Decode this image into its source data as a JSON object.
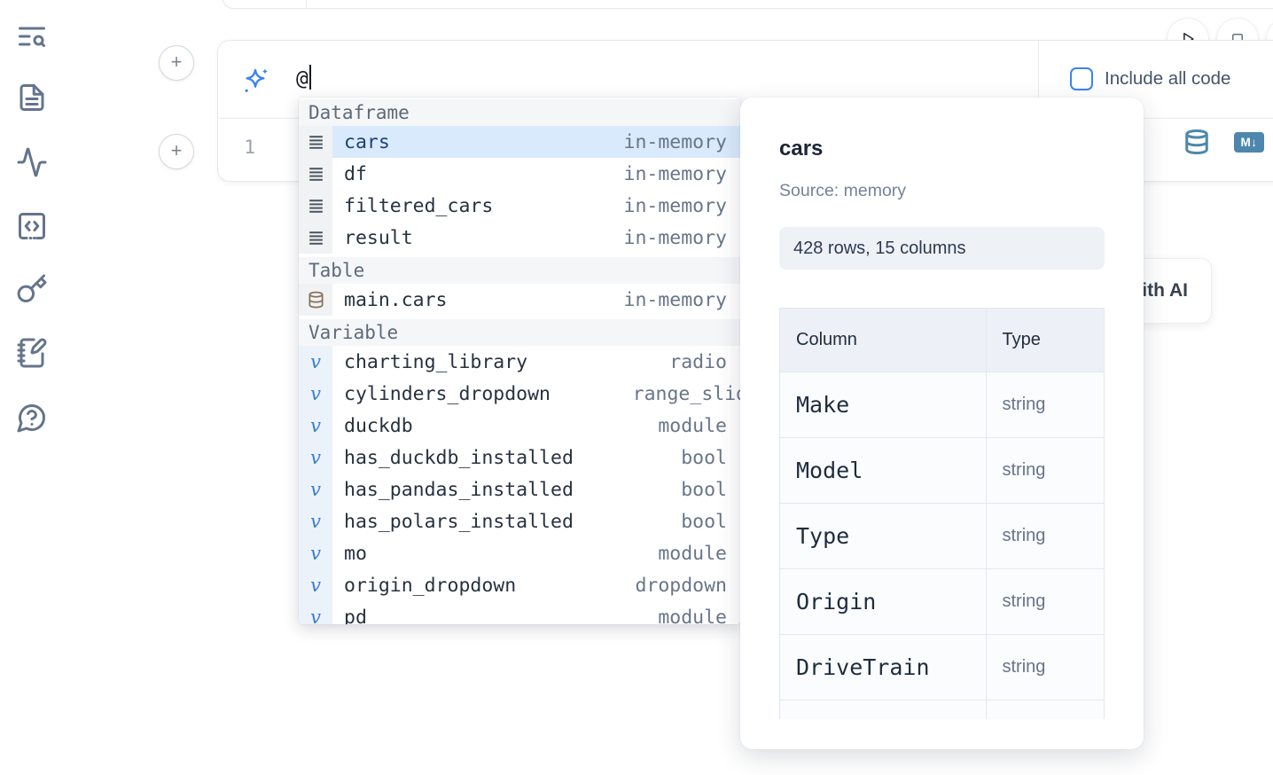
{
  "sidebar": {
    "icons": [
      "list-search",
      "document",
      "activity",
      "code-cell",
      "key",
      "notebook-pen",
      "help-chat"
    ]
  },
  "cell": {
    "prompt_value": "@",
    "include_all_code_label": "Include all code",
    "line_number": "1",
    "markdown_badge": "M↓"
  },
  "completion": {
    "sections": [
      {
        "label": "Dataframe",
        "items": [
          {
            "name": "cars",
            "type": "in-memory"
          },
          {
            "name": "df",
            "type": "in-memory"
          },
          {
            "name": "filtered_cars",
            "type": "in-memory"
          },
          {
            "name": "result",
            "type": "in-memory"
          }
        ]
      },
      {
        "label": "Table",
        "items": [
          {
            "name": "main.cars",
            "type": "in-memory"
          }
        ]
      },
      {
        "label": "Variable",
        "items": [
          {
            "name": "charting_library",
            "type": "radio"
          },
          {
            "name": "cylinders_dropdown",
            "type": "range_slider"
          },
          {
            "name": "duckdb",
            "type": "module"
          },
          {
            "name": "has_duckdb_installed",
            "type": "bool"
          },
          {
            "name": "has_pandas_installed",
            "type": "bool"
          },
          {
            "name": "has_polars_installed",
            "type": "bool"
          },
          {
            "name": "mo",
            "type": "module"
          },
          {
            "name": "origin_dropdown",
            "type": "dropdown"
          },
          {
            "name": "pd",
            "type": "module"
          }
        ]
      }
    ]
  },
  "preview": {
    "title": "cars",
    "source_label": "Source: memory",
    "shape_badge": "428 rows, 15 columns",
    "table": {
      "col_header": "Column",
      "type_header": "Type",
      "rows": [
        {
          "column": "Make",
          "type": "string"
        },
        {
          "column": "Model",
          "type": "string"
        },
        {
          "column": "Type",
          "type": "string"
        },
        {
          "column": "Origin",
          "type": "string"
        },
        {
          "column": "DriveTrain",
          "type": "string"
        }
      ]
    }
  },
  "generate_ai": {
    "label": "Generate with AI"
  },
  "colors": {
    "accent_blue": "#3b82f6",
    "steel_blue": "#4d87ae",
    "selection_bg": "#d9eafc",
    "icon_slate": "#64748b"
  }
}
